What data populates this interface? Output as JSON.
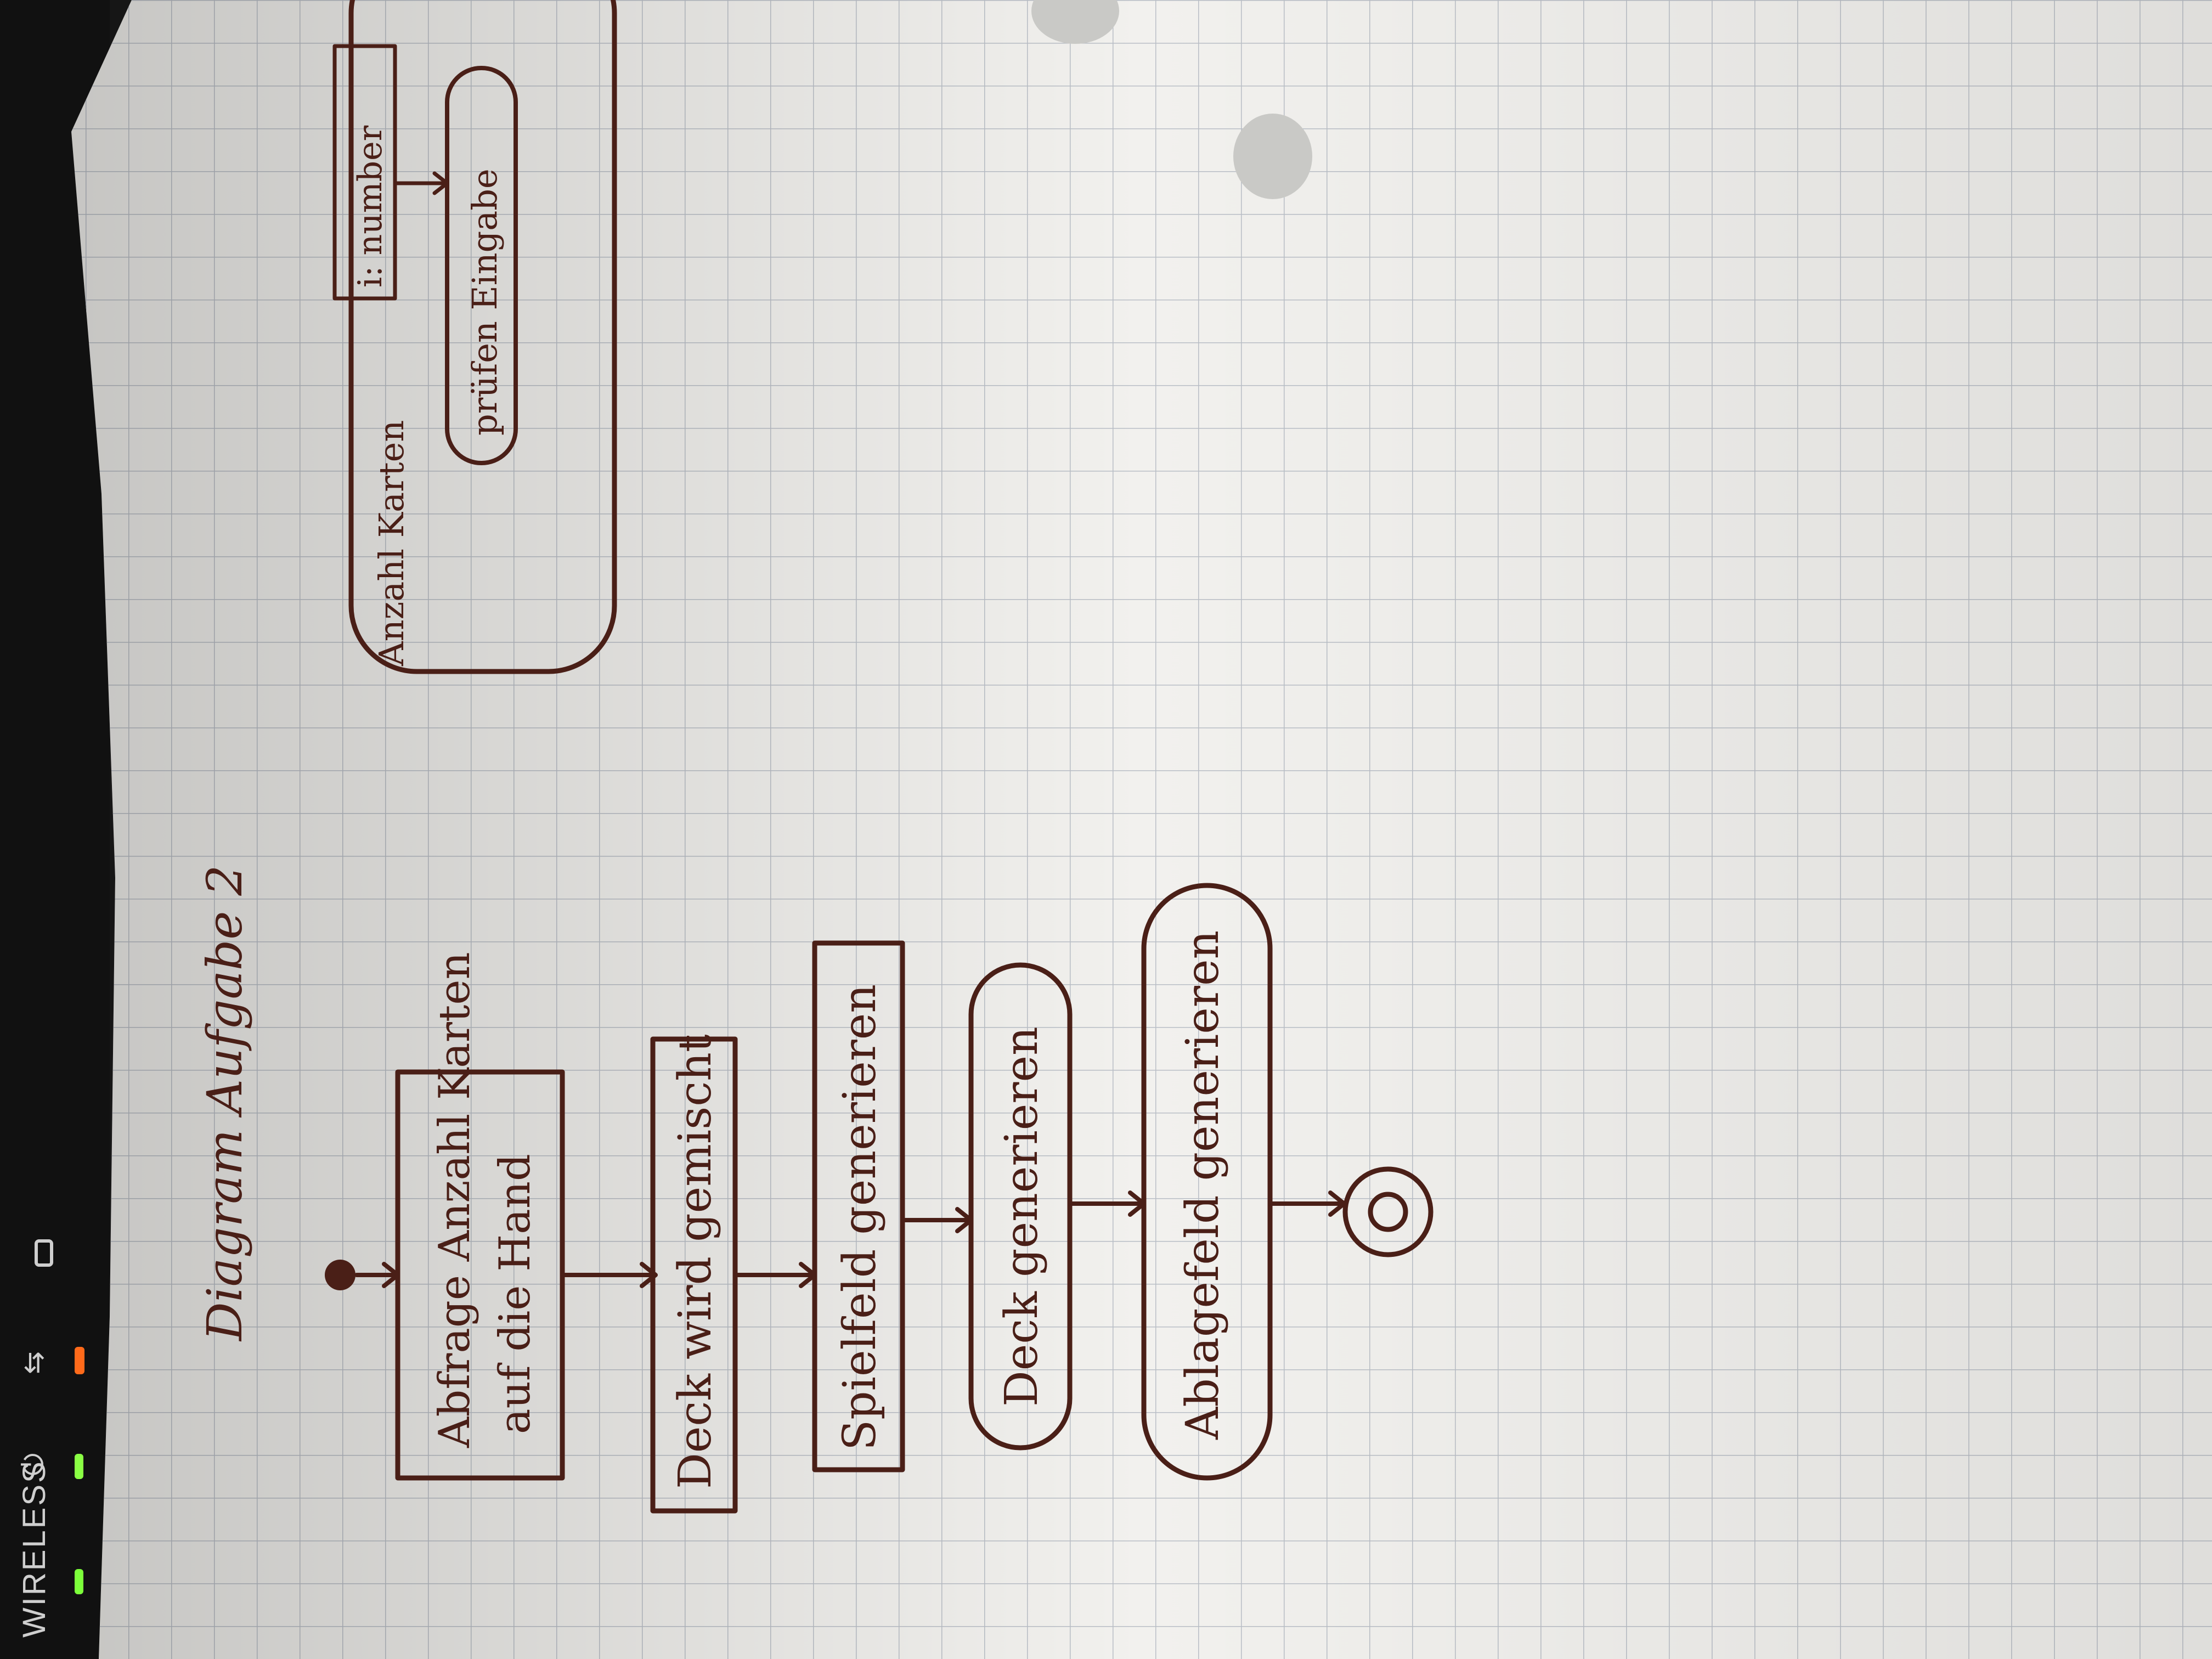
{
  "device_strip": {
    "brand_label": "WIRELESS",
    "indicators": [
      {
        "name": "power-indicator",
        "color": "#7cff3a"
      },
      {
        "name": "wifi-indicator",
        "color": "#8aff44"
      },
      {
        "name": "usb-indicator",
        "color": "#ff6a1a"
      }
    ]
  },
  "paper": {
    "color": "#f2f1ee",
    "grid_color": "#b9bec6",
    "ink_color": "#4a1f17"
  },
  "diagram": {
    "title": "Diagram Aufgabe 2",
    "nodes": [
      {
        "id": "abfrage",
        "shape": "rect",
        "lines": [
          "Abfrage Anzahl Karten",
          "auf die Hand"
        ]
      },
      {
        "id": "deck-gemischt",
        "shape": "rect",
        "lines": [
          "Deck wird gemischt"
        ]
      },
      {
        "id": "spielfeld",
        "shape": "rect",
        "lines": [
          "Spielfeld generieren"
        ]
      },
      {
        "id": "deck-generieren",
        "shape": "rounded",
        "lines": [
          "Deck generieren"
        ]
      },
      {
        "id": "ablagefeld",
        "shape": "rounded",
        "lines": [
          "Ablagefeld generieren"
        ]
      }
    ],
    "subactivity": {
      "frame_label": "Anzahl Karten",
      "pin_label": "i: number",
      "action_label": "prüfen Eingabe"
    }
  }
}
